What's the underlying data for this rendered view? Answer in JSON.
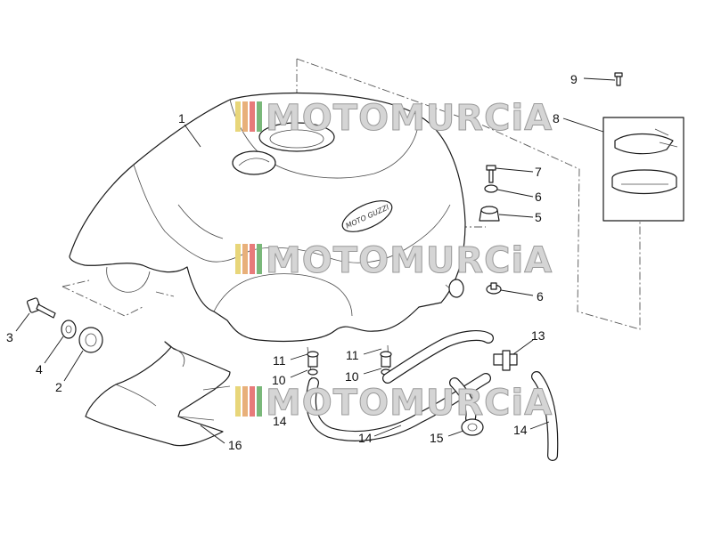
{
  "watermark": {
    "text": "MOTOMURCiA",
    "stripe_colors": [
      "#e8d67a",
      "#e8b07a",
      "#e87a7a",
      "#7ab87a"
    ]
  },
  "tank_logo": {
    "text": "MOTO GUZZI"
  },
  "callouts": [
    "1",
    "2",
    "3",
    "4",
    "5",
    "6",
    "6",
    "7",
    "8",
    "9",
    "10",
    "10",
    "11",
    "11",
    "13",
    "14",
    "14",
    "14",
    "15",
    "16"
  ]
}
